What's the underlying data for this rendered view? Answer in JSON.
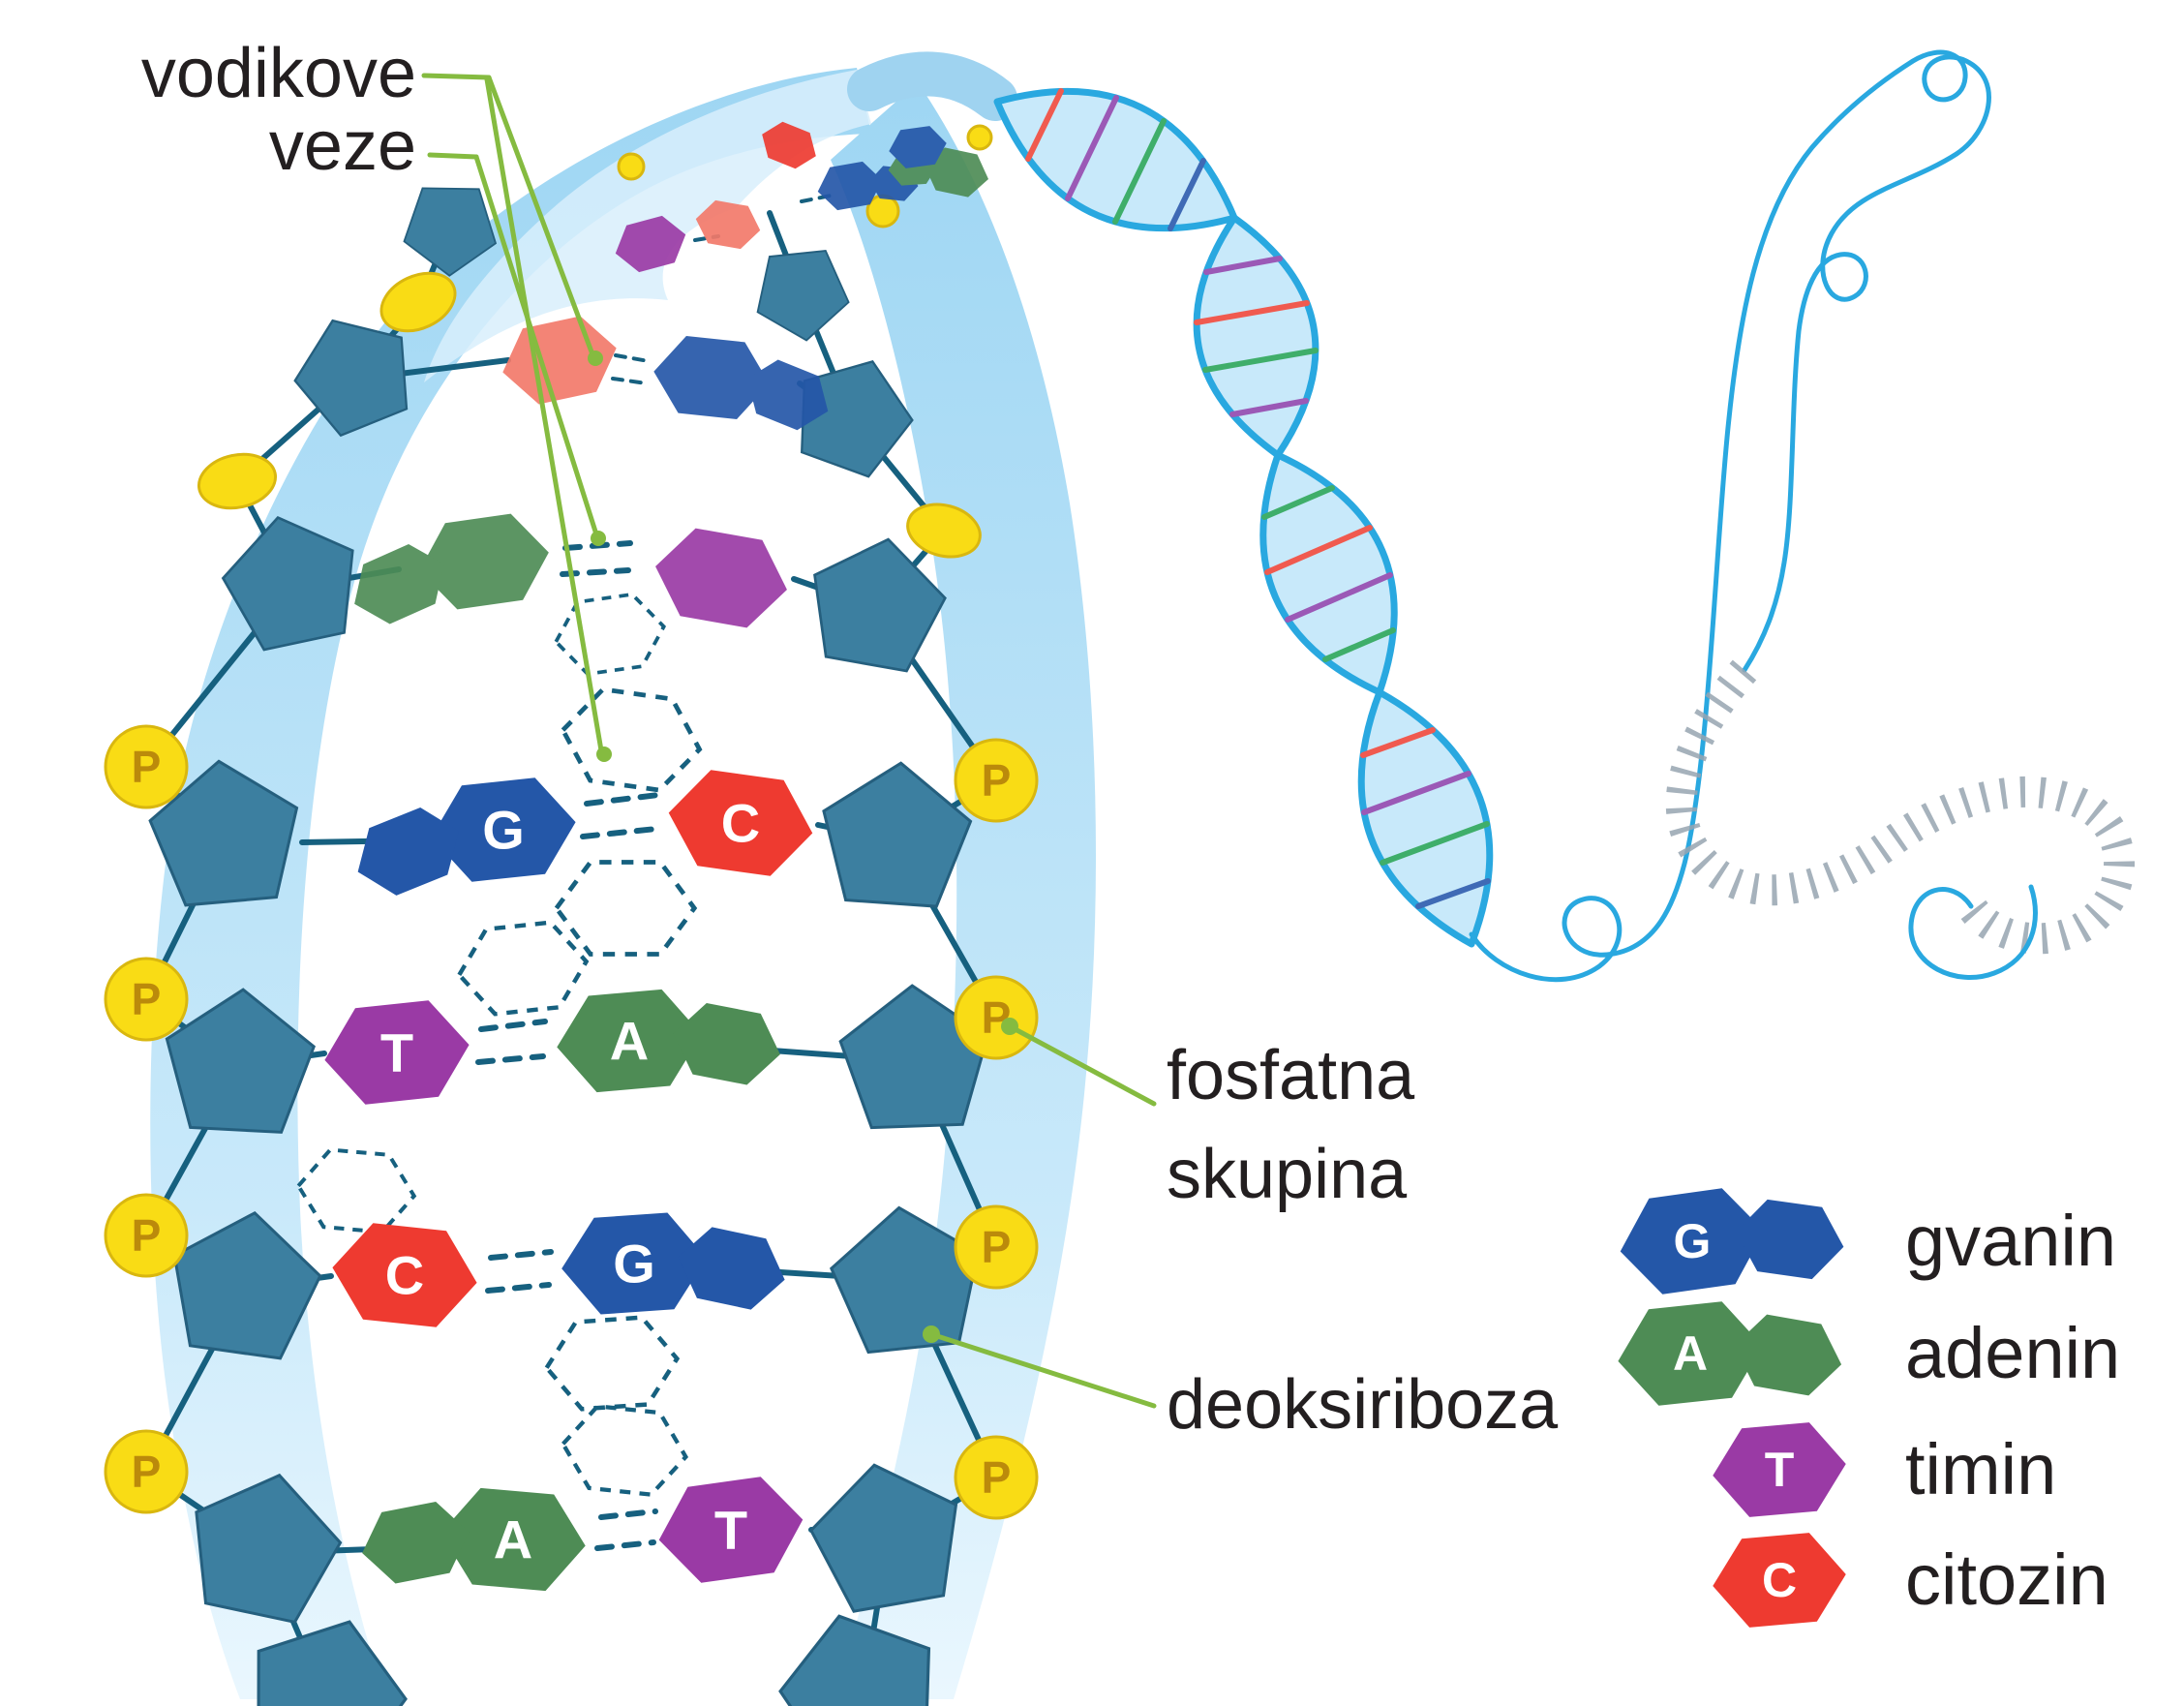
{
  "labels": {
    "hydrogen_bonds_line1": "vodikove",
    "hydrogen_bonds_line2": "veze",
    "phosphate_group_line1": "fosfatna",
    "phosphate_group_line2": "skupina",
    "deoxyribose": "deoksiriboza"
  },
  "ladder": {
    "phosphate_symbol": "P",
    "base_pair_rows": [
      {
        "left_base": "G",
        "right_base": "C"
      },
      {
        "left_base": "T",
        "right_base": "A"
      },
      {
        "left_base": "C",
        "right_base": "G"
      },
      {
        "left_base": "A",
        "right_base": "T"
      }
    ]
  },
  "legend": {
    "items": [
      {
        "letter": "G",
        "name": "gvanin"
      },
      {
        "letter": "A",
        "name": "adenin"
      },
      {
        "letter": "T",
        "name": "timin"
      },
      {
        "letter": "C",
        "name": "citozin"
      }
    ]
  },
  "colors": {
    "guanine": "#2457a8",
    "adenine": "#4e8c55",
    "thymine": "#9a3aa5",
    "cytosine": "#ee3a30",
    "cytosine_faded": "#f2796a",
    "phosphate_fill": "#f9dc15",
    "phosphate_letter": "#bb8a0b",
    "sugar": "#3c7fa0",
    "backbone": "#16607f",
    "ribbon": "#aadcf5",
    "helix": "#29a8e0",
    "annotation": "#85bb40",
    "chromatin": "#97a5b0",
    "rung_red": "#f05a4f",
    "rung_purple": "#9b59b6",
    "rung_green": "#3fae6a",
    "rung_blue": "#3f6ab5",
    "text": "#231f20"
  }
}
